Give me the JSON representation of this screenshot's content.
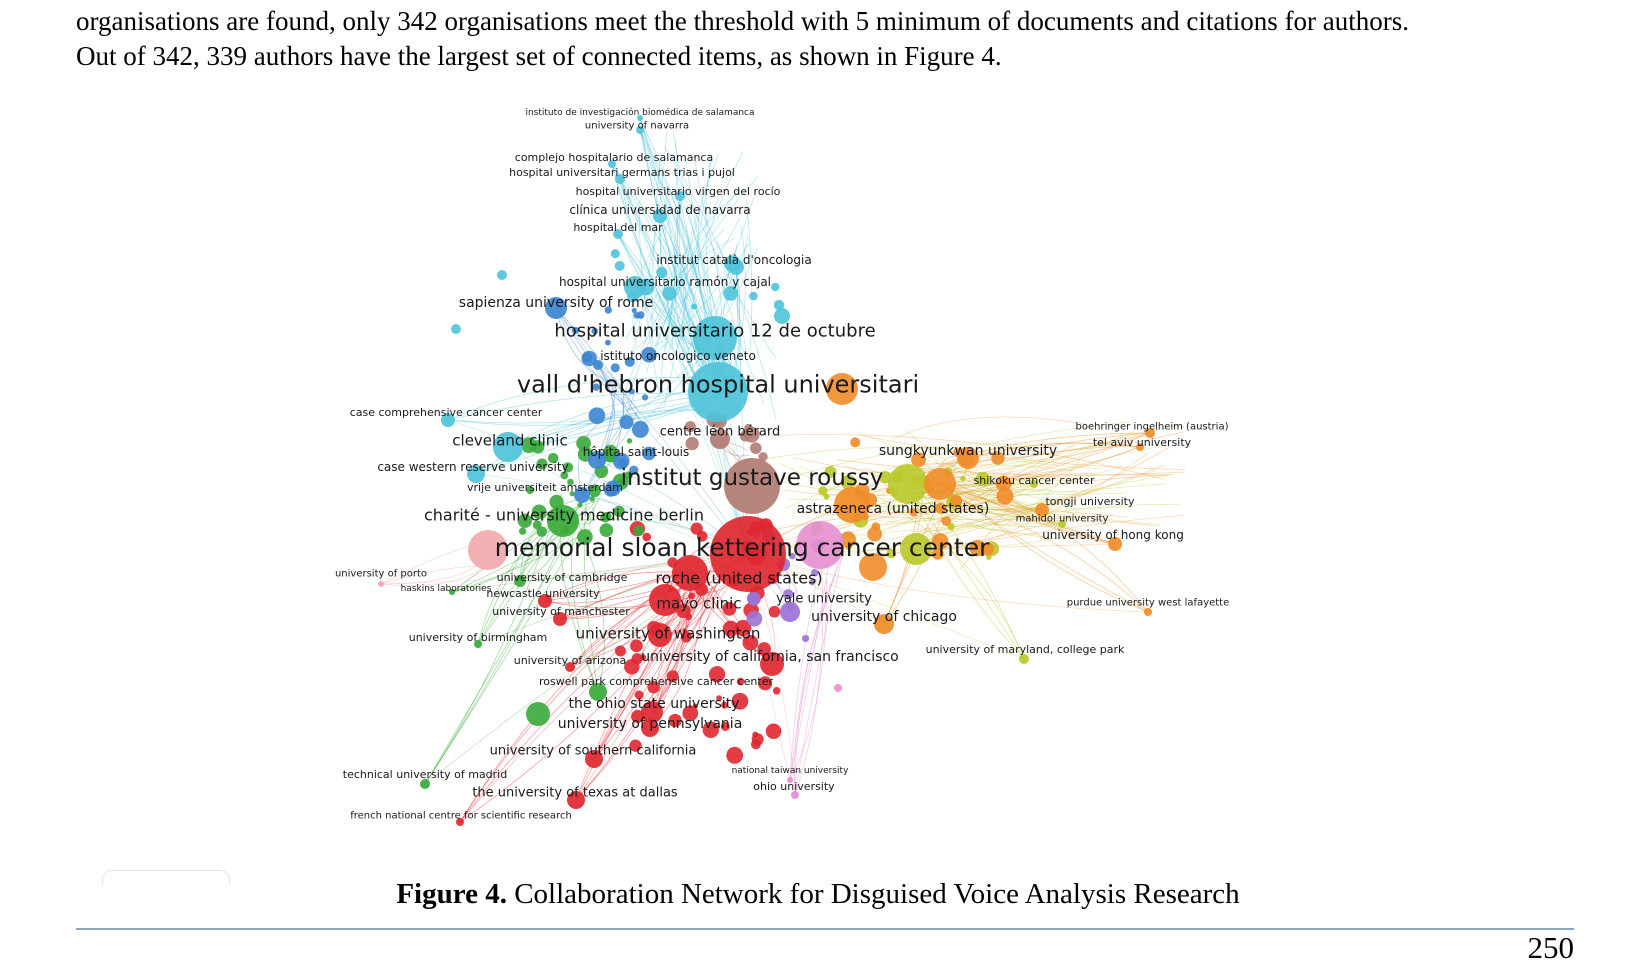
{
  "paragraph": {
    "line1": "organisations are found, only 342 organisations meet the threshold with 5 minimum of documents and citations for authors.",
    "line2": "Out of 342, 339 authors have the largest set of connected items, as shown in Figure 4."
  },
  "figure": {
    "label": "Figure 4.",
    "title": "Collaboration Network for Disguised Voice Analysis Research"
  },
  "page_number": "250",
  "clusters": {
    "cyan": "#4fc3d9",
    "blue": "#3d85d1",
    "green": "#3aaa3a",
    "red": "#e02730",
    "purple": "#9b72d6",
    "brown": "#b07c72",
    "yellow": "#b9c92a",
    "orange": "#f08c28",
    "pink": "#e58fd0",
    "lightpink": "#f2a7ab"
  },
  "network": {
    "nodes": [
      {
        "id": "vall",
        "label": "vall d'hebron hospital universitari",
        "cluster": "cyan",
        "size": 30
      },
      {
        "id": "oct12",
        "label": "hospital universitario 12 de octubre",
        "cluster": "cyan",
        "size": 22
      },
      {
        "id": "instsal",
        "label": "instituto de investigación biomédica de salamanca",
        "cluster": "cyan",
        "size": 3
      },
      {
        "id": "navarra",
        "label": "university of navarra",
        "cluster": "cyan",
        "size": 4
      },
      {
        "id": "complejo",
        "label": "complejo hospitalario de salamanca",
        "cluster": "cyan",
        "size": 4
      },
      {
        "id": "trias",
        "label": "hospital universitari germans trias i pujol",
        "cluster": "cyan",
        "size": 5
      },
      {
        "id": "rocio",
        "label": "hospital universitario virgen del rocío",
        "cluster": "cyan",
        "size": 5
      },
      {
        "id": "clinica",
        "label": "clínica universidad de navarra",
        "cluster": "cyan",
        "size": 7
      },
      {
        "id": "mar",
        "label": "hospital del mar",
        "cluster": "cyan",
        "size": 5
      },
      {
        "id": "catala",
        "label": "institut català d'oncologia",
        "cluster": "cyan",
        "size": 8
      },
      {
        "id": "ramon",
        "label": "hospital universitario ramón y cajal",
        "cluster": "cyan",
        "size": 11
      },
      {
        "id": "ccc",
        "label": "case comprehensive cancer center",
        "cluster": "cyan",
        "size": 7
      },
      {
        "id": "cleveland",
        "label": "cleveland clinic",
        "cluster": "cyan",
        "size": 15
      },
      {
        "id": "cwru",
        "label": "case western reserve university",
        "cluster": "cyan",
        "size": 9
      },
      {
        "id": "sapienza",
        "label": "sapienza university of rome",
        "cluster": "blue",
        "size": 11
      },
      {
        "id": "iov",
        "label": "istituto oncologico veneto",
        "cluster": "blue",
        "size": 5
      },
      {
        "id": "stlouis",
        "label": "hôpital saint-louis",
        "cluster": "blue",
        "size": 9
      },
      {
        "id": "vrije",
        "label": "vrije universiteit amsterdam",
        "cluster": "blue",
        "size": 8
      },
      {
        "id": "leon",
        "label": "centre léon bérard",
        "cluster": "brown",
        "size": 10
      },
      {
        "id": "roussy",
        "label": "institut gustave roussy",
        "cluster": "brown",
        "size": 28
      },
      {
        "id": "charite",
        "label": "charité - university medicine berlin",
        "cluster": "green",
        "size": 16
      },
      {
        "id": "cambridge",
        "label": "university of cambridge",
        "cluster": "green",
        "size": 6
      },
      {
        "id": "haskins",
        "label": "haskins laboratories",
        "cluster": "green",
        "size": 3
      },
      {
        "id": "birmingham",
        "label": "university of birmingham",
        "cluster": "green",
        "size": 4
      },
      {
        "id": "madrid",
        "label": "technical university of madrid",
        "cluster": "green",
        "size": 5
      },
      {
        "id": "porto",
        "label": "university of porto",
        "cluster": "lightpink",
        "size": 3
      },
      {
        "id": "mskcc",
        "label": "memorial sloan kettering cancer center",
        "cluster": "red",
        "size": 38
      },
      {
        "id": "roche",
        "label": "roche (united states)",
        "cluster": "red",
        "size": 18
      },
      {
        "id": "mayo",
        "label": "mayo clinic",
        "cluster": "red",
        "size": 16
      },
      {
        "id": "newcastle",
        "label": "newcastle university",
        "cluster": "red",
        "size": 7
      },
      {
        "id": "manchester",
        "label": "university of manchester",
        "cluster": "red",
        "size": 7
      },
      {
        "id": "washington",
        "label": "university of washington",
        "cluster": "red",
        "size": 12
      },
      {
        "id": "arizona",
        "label": "university of arizona",
        "cluster": "red",
        "size": 5
      },
      {
        "id": "ucsf",
        "label": "university of california, san francisco",
        "cluster": "red",
        "size": 12
      },
      {
        "id": "roswell",
        "label": "roswell park comprehensive cancer center",
        "cluster": "green",
        "size": 9
      },
      {
        "id": "ohiostate",
        "label": "the ohio state university",
        "cluster": "red",
        "size": 11
      },
      {
        "id": "penn",
        "label": "university of pennsylvania",
        "cluster": "red",
        "size": 9
      },
      {
        "id": "usc",
        "label": "university of southern california",
        "cluster": "red",
        "size": 9
      },
      {
        "id": "utd",
        "label": "the university of texas at dallas",
        "cluster": "red",
        "size": 9
      },
      {
        "id": "cnrs",
        "label": "french national centre for scientific research",
        "cluster": "red",
        "size": 4
      },
      {
        "id": "yale",
        "label": "yale university",
        "cluster": "purple",
        "size": 10
      },
      {
        "id": "chicago",
        "label": "university of chicago",
        "cluster": "orange",
        "size": 10
      },
      {
        "id": "astrazeneca",
        "label": "astrazeneca (united states)",
        "cluster": "orange",
        "size": 18
      },
      {
        "id": "sungkyunkwan",
        "label": "sungkyunkwan university",
        "cluster": "orange",
        "size": 11
      },
      {
        "id": "boehringer",
        "label": "boehringer ingelheim (austria)",
        "cluster": "orange",
        "size": 5
      },
      {
        "id": "telaviv",
        "label": "tel aviv university",
        "cluster": "orange",
        "size": 4
      },
      {
        "id": "shikoku",
        "label": "shikoku cancer center",
        "cluster": "yellow",
        "size": 4
      },
      {
        "id": "tongji",
        "label": "tongji university",
        "cluster": "orange",
        "size": 7
      },
      {
        "id": "mahidol",
        "label": "mahidol university",
        "cluster": "yellow",
        "size": 4
      },
      {
        "id": "hku",
        "label": "university of hong kong",
        "cluster": "orange",
        "size": 7
      },
      {
        "id": "purdue",
        "label": "purdue university west lafayette",
        "cluster": "orange",
        "size": 4
      },
      {
        "id": "maryland",
        "label": "university of maryland, college park",
        "cluster": "yellow",
        "size": 5
      },
      {
        "id": "ntu",
        "label": "national taiwan university",
        "cluster": "pink",
        "size": 3
      },
      {
        "id": "ohio",
        "label": "ohio university",
        "cluster": "pink",
        "size": 4
      }
    ]
  }
}
